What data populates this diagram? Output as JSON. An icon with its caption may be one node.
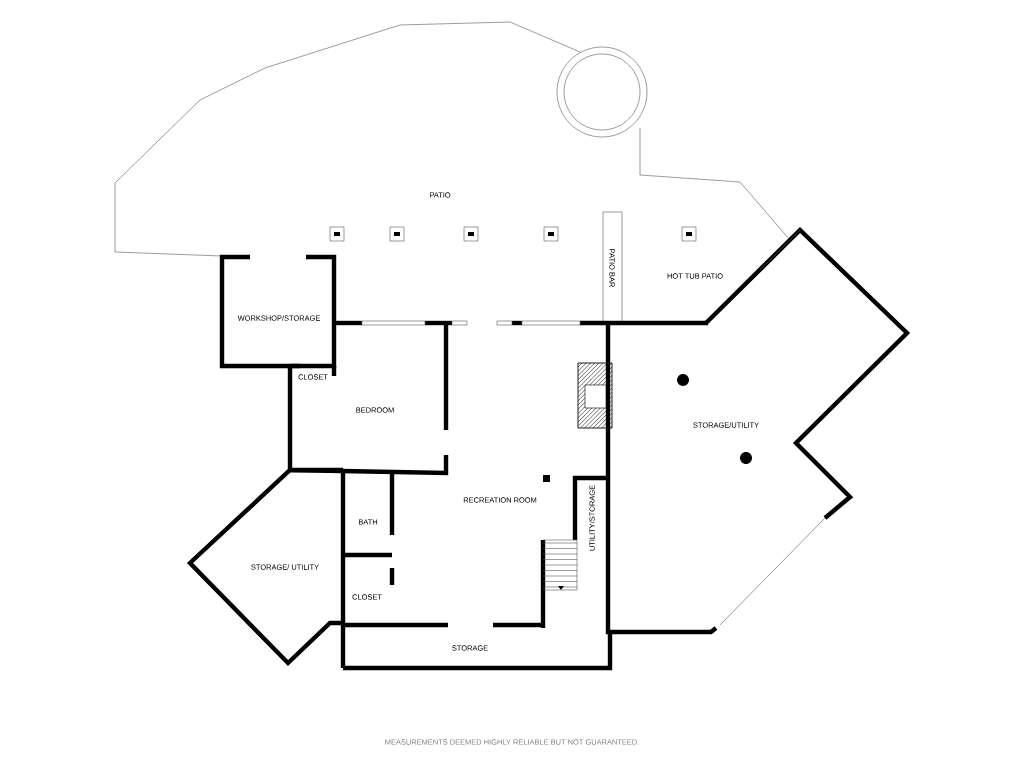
{
  "diagram": {
    "labels": [
      "PATIO",
      "PATIO BAR",
      "HOT TUB PATIO",
      "WORKSHOP/STORAGE",
      "CLOSET",
      "BEDROOM",
      "STORAGE/UTILITY",
      "RECREATION ROOM",
      "UTILITY/STORAGE",
      "BATH",
      "STORAGE/ UTILITY",
      "CLOSET",
      "STORAGE",
      "MEASUREMENTS DEEMED HIGHLY RELIABLE BUT NOT GUARANTEED."
    ]
  }
}
